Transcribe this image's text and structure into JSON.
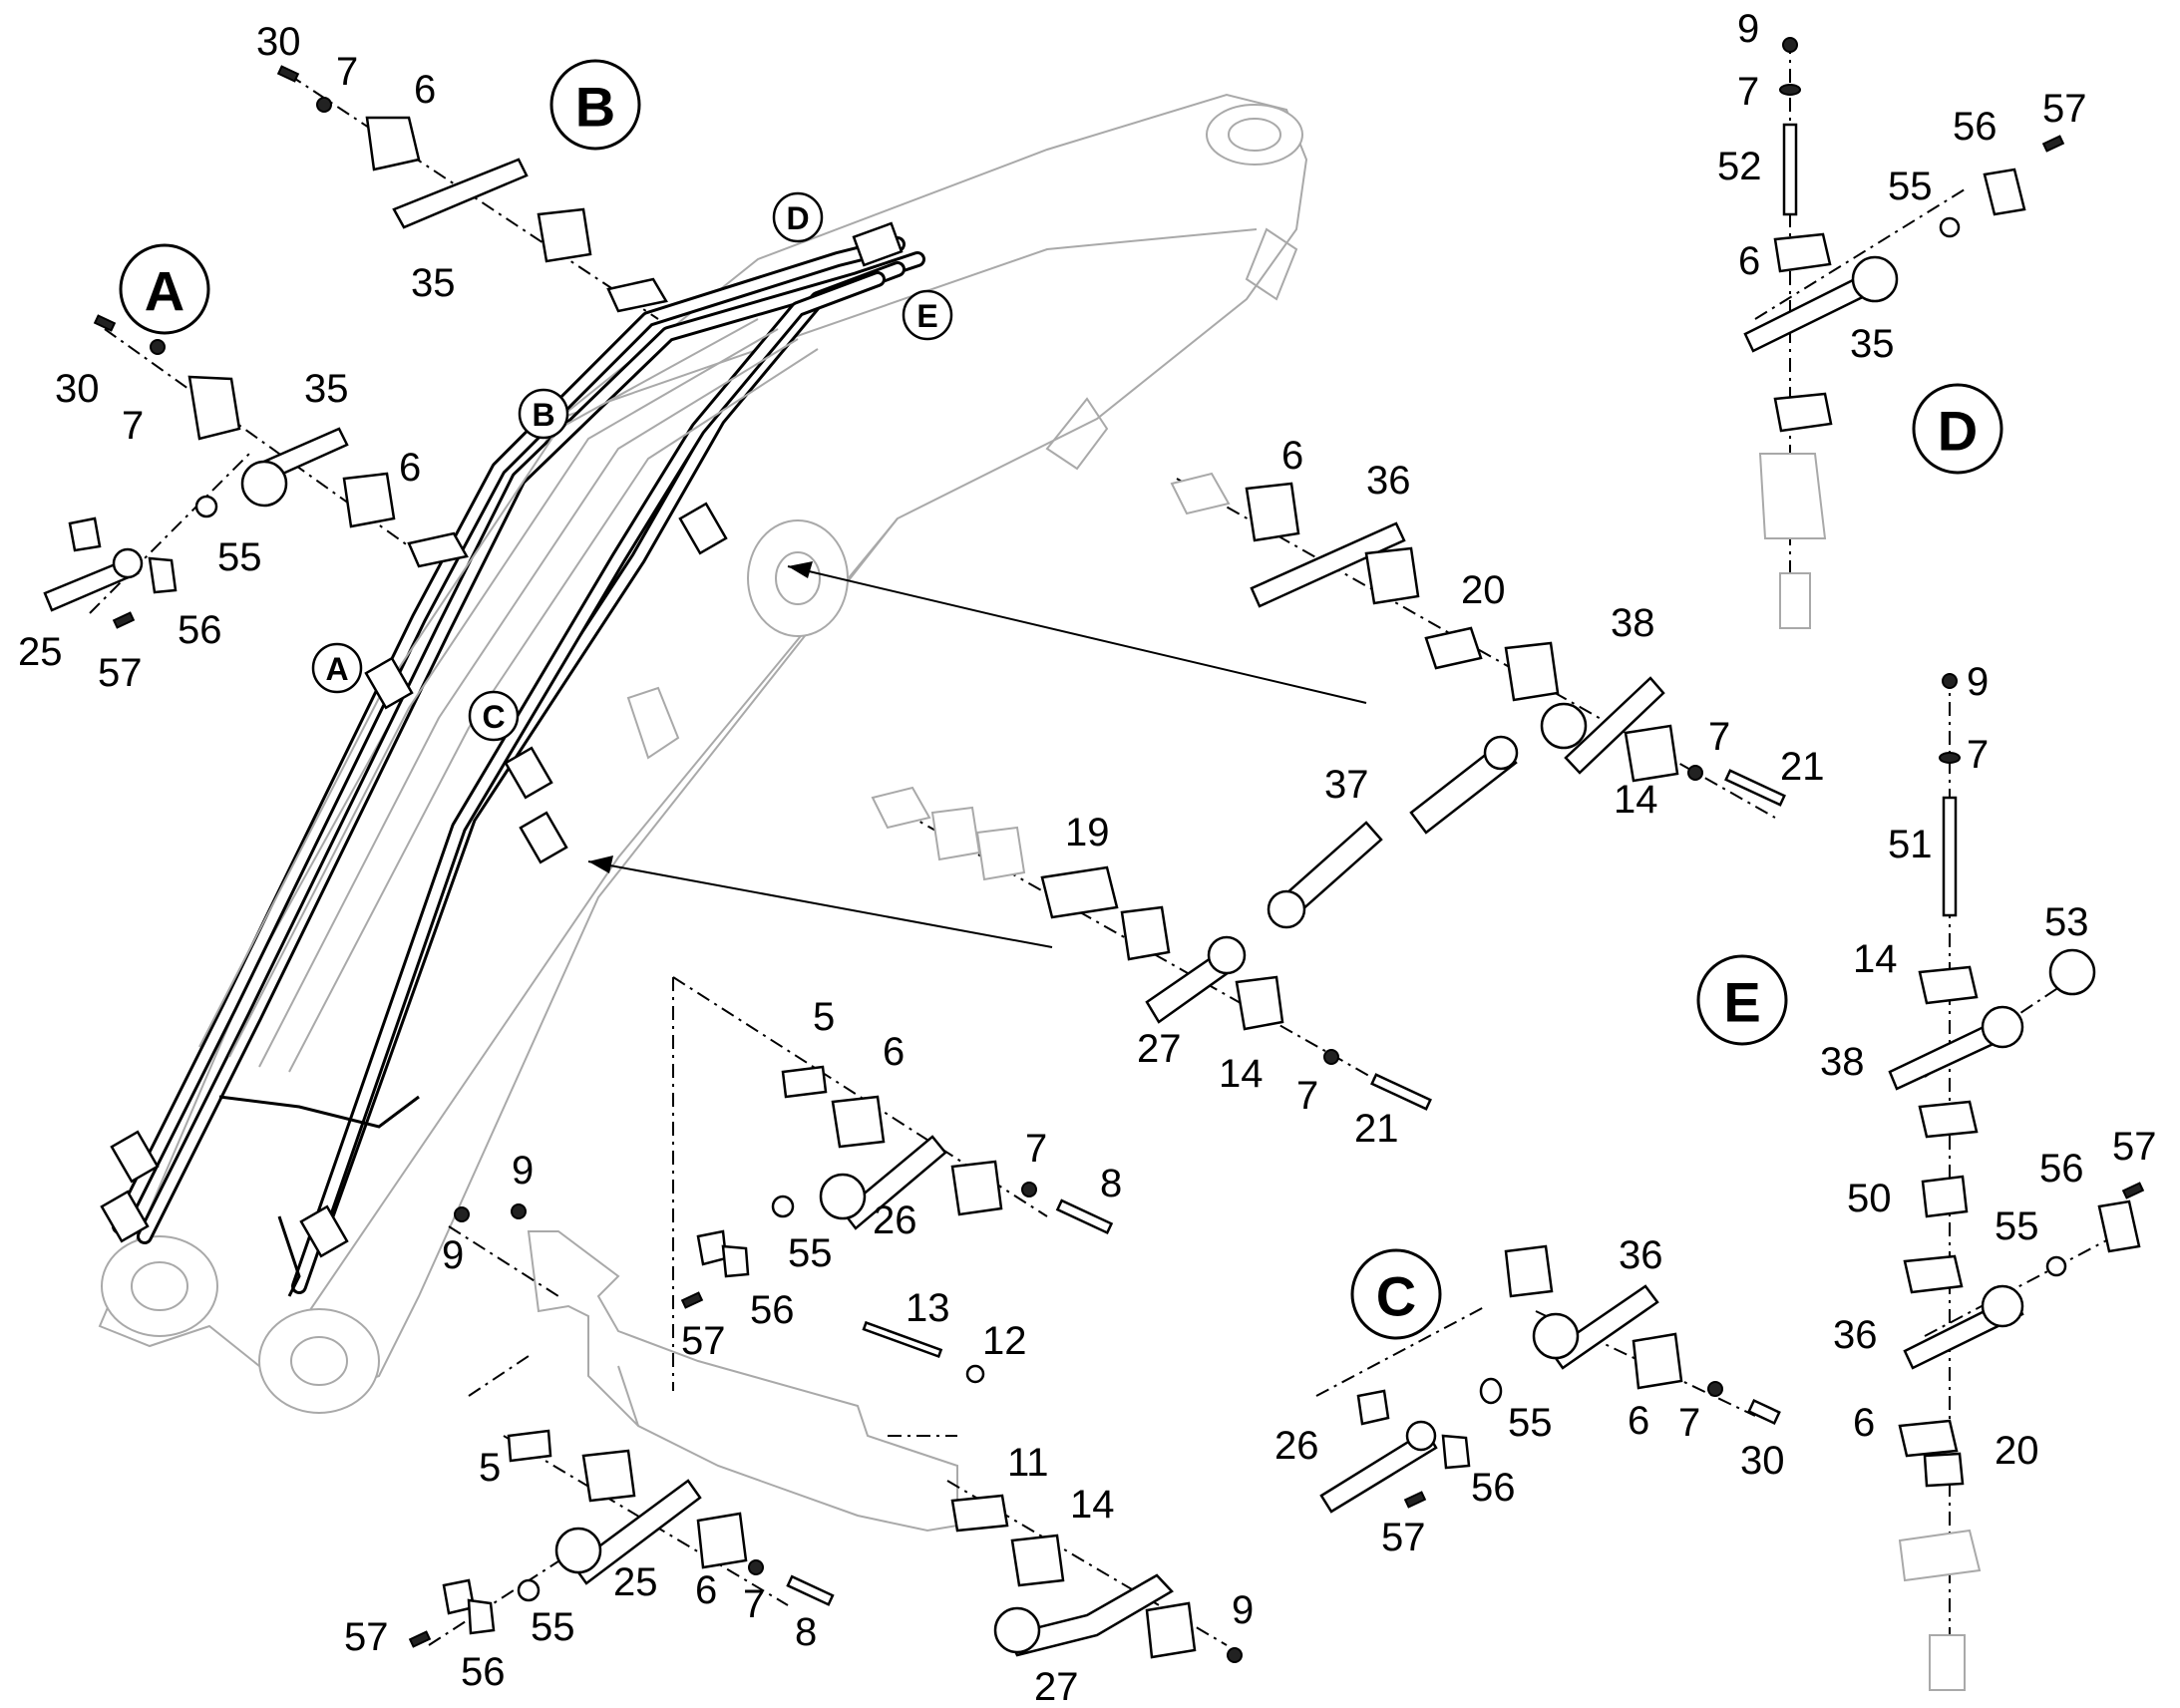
{
  "views": {
    "A": "A",
    "B": "B",
    "C": "C",
    "D": "D",
    "E": "E"
  },
  "boom_callouts": {
    "A": "A",
    "B": "B",
    "C": "C",
    "D": "D",
    "E": "E"
  },
  "labels": {
    "B_30": "30",
    "B_7": "7",
    "B_6": "6",
    "B_35": "35",
    "A_30": "30",
    "A_7": "7",
    "A_35": "35",
    "A_6": "6",
    "A_55": "55",
    "A_25": "25",
    "A_56": "56",
    "A_57": "57",
    "D_9": "9",
    "D_7": "7",
    "D_52": "52",
    "D_56": "56",
    "D_57": "57",
    "D_55": "55",
    "D_6": "6",
    "D_35": "35",
    "M_6": "6",
    "M_36": "36",
    "M_20": "20",
    "M_38": "38",
    "M_37": "37",
    "M_7": "7",
    "M_21": "21",
    "M_14": "14",
    "L_19": "19",
    "L_27": "27",
    "L_14": "14",
    "L_7": "7",
    "L_21": "21",
    "E_9": "9",
    "E_7": "7",
    "E_51": "51",
    "E_53": "53",
    "E_14": "14",
    "E_38": "38",
    "E_50": "50",
    "E_56": "56",
    "E_57": "57",
    "E_55": "55",
    "E_36": "36",
    "E_6": "6",
    "E_20": "20",
    "F_5": "5",
    "F_6": "6",
    "F_7": "7",
    "F_8": "8",
    "F_26": "26",
    "F_55": "55",
    "F_57": "57",
    "F_56": "56",
    "F_9a": "9",
    "F_9b": "9",
    "F_13": "13",
    "F_12": "12",
    "G_5": "5",
    "G_11": "11",
    "G_14": "14",
    "G_25": "25",
    "G_6": "6",
    "G_7": "7",
    "G_8": "8",
    "G_55": "55",
    "G_57": "57",
    "G_56": "56",
    "G_27": "27",
    "G_9": "9",
    "C_36": "36",
    "C_26": "26",
    "C_55": "55",
    "C_6": "6",
    "C_7": "7",
    "C_30": "30",
    "C_56": "56",
    "C_57": "57"
  }
}
